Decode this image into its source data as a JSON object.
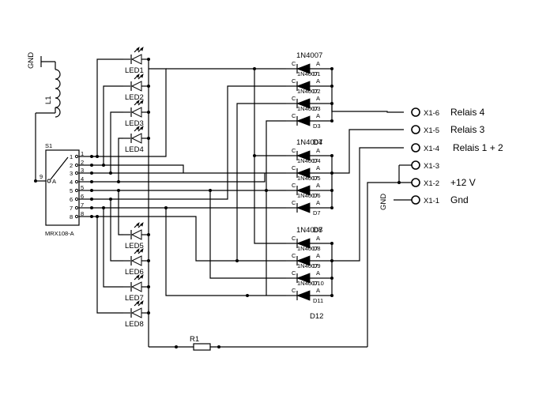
{
  "switch": {
    "name": "S1",
    "part": "MRX108-A",
    "common_pin": "9",
    "pole_letter": "A",
    "pin_labels_inner": [
      "1",
      "2",
      "3",
      "4",
      "5",
      "6",
      "7",
      "8"
    ],
    "pin_labels_outer": [
      "1",
      "2",
      "3",
      "4",
      "5",
      "6",
      "7",
      "8"
    ]
  },
  "coil": {
    "label": "L1",
    "gnd_label": "GND"
  },
  "leds": [
    "LED1",
    "LED2",
    "LED3",
    "LED4",
    "LED5",
    "LED6",
    "LED7",
    "LED8"
  ],
  "diode_groups": [
    {
      "type_label": "1N4007",
      "rows": [
        {
          "part": "1N4007",
          "name": "D1"
        },
        {
          "part": "1N4007",
          "name": "D2"
        },
        {
          "part": "1N4007",
          "name": "D3"
        },
        {
          "part": "",
          "name": "D3"
        }
      ]
    },
    {
      "type_label": "1N4007",
      "rows": [
        {
          "part": "1N4007",
          "name": "D4"
        },
        {
          "part": "1N4007",
          "name": "D5"
        },
        {
          "part": "1N4007",
          "name": "D6"
        },
        {
          "part": "",
          "name": "D7"
        }
      ]
    },
    {
      "type_label": "1N4007",
      "rows": [
        {
          "part": "1N4007",
          "name": "D8"
        },
        {
          "part": "1N4007",
          "name": "D9"
        },
        {
          "part": "1N4007",
          "name": "D10"
        },
        {
          "part": "",
          "name": "D11"
        }
      ]
    }
  ],
  "diode_overlap_labels": [
    "D4",
    "D8"
  ],
  "diode_pin_c": "C",
  "diode_pin_a": "A",
  "d12_label": "D12",
  "resistor": {
    "label": "R1"
  },
  "connector": {
    "gnd_label": "GND",
    "pins": [
      {
        "pin": "X1-6",
        "function": "Relais 4"
      },
      {
        "pin": "X1-5",
        "function": "Relais 3"
      },
      {
        "pin": "X1-4",
        "function": "Relais 1 + 2"
      },
      {
        "pin": "X1-3",
        "function": ""
      },
      {
        "pin": "X1-2",
        "function": "+12 V"
      },
      {
        "pin": "X1-1",
        "function": "Gnd"
      }
    ]
  }
}
